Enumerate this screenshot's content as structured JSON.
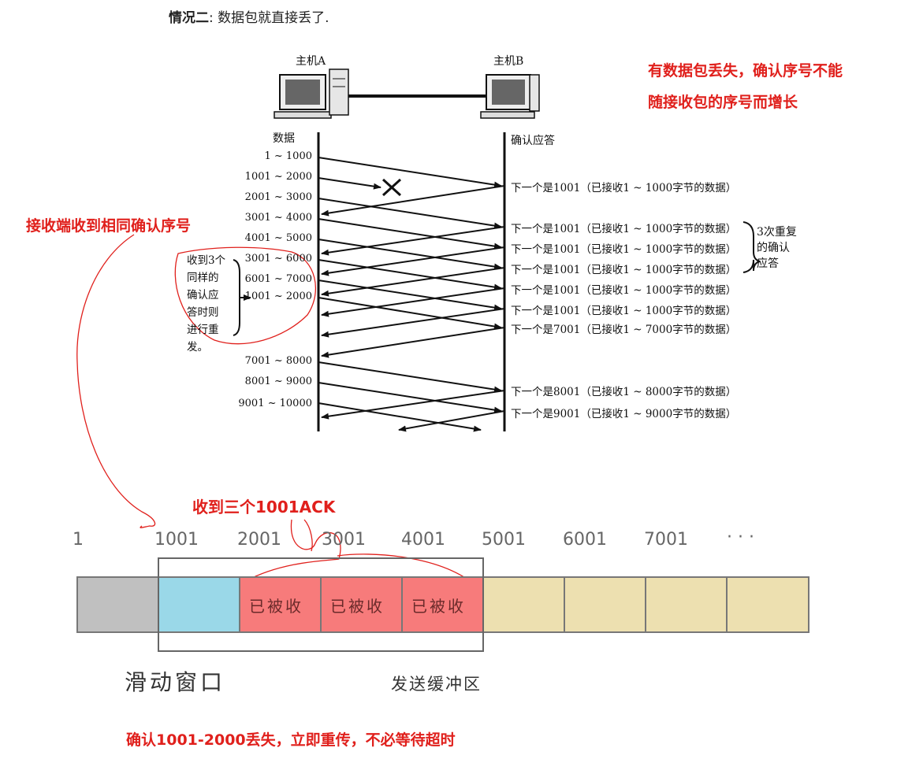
{
  "heading": {
    "bold": "情况二",
    "rest": ": 数据包就直接丢了."
  },
  "hosts": {
    "a": "主机A",
    "b": "主机B"
  },
  "column_headers": {
    "left": "数据",
    "right": "确认应答"
  },
  "sequence_labels": [
    "1 ~ 1000",
    "1001 ~ 2000",
    "2001 ~ 3000",
    "3001 ~ 4000",
    "4001 ~ 5000",
    "3001 ~ 6000",
    "6001 ~ 7000",
    "1001 ~ 2000",
    "7001 ~ 8000",
    "8001 ~ 9000",
    "9001 ~ 10000"
  ],
  "ack_labels": [
    "下一个是1001（已接收1 ~ 1000字节的数据）",
    "下一个是1001（已接收1 ~ 1000字节的数据）",
    "下一个是1001（已接收1 ~ 1000字节的数据）",
    "下一个是1001（已接收1 ~ 1000字节的数据）",
    "下一个是1001（已接收1 ~ 1000字节的数据）",
    "下一个是1001（已接收1 ~ 1000字节的数据）",
    "下一个是7001（已接收1 ~ 7000字节的数据）",
    "下一个是8001（已接收1 ~ 8000字节的数据）",
    "下一个是9001（已接收1 ~ 9000字节的数据）"
  ],
  "triple_ack_note": [
    "3次重复",
    "的确认",
    "应答"
  ],
  "left_note": [
    "收到3个",
    "同样的",
    "确认应",
    "答时则",
    "进行重",
    "发。"
  ],
  "annotations": {
    "right_top_line1": "有数据包丢失，确认序号不能",
    "right_top_line2": "随接收包的序号而增长",
    "receiver_same_ack": "接收端收到相同确认序号",
    "got_three_ack": "收到三个1001ACK",
    "bottom": "确认1001-2000丢失，立即重传，不必等待超时"
  },
  "buffer": {
    "numbers": [
      "1",
      "1001",
      "2001",
      "3001",
      "4001",
      "5001",
      "6001",
      "7001",
      "· · ·"
    ],
    "received_label": "已被收",
    "window_label": "滑动窗口",
    "buffer_label": "发送缓冲区",
    "colors": {
      "sent_acked": "#c0c0c0",
      "lost": "#9ad8e8",
      "received": "#f77b7b",
      "unsent": "#ede0b0",
      "annotation": "#e0201c"
    }
  }
}
